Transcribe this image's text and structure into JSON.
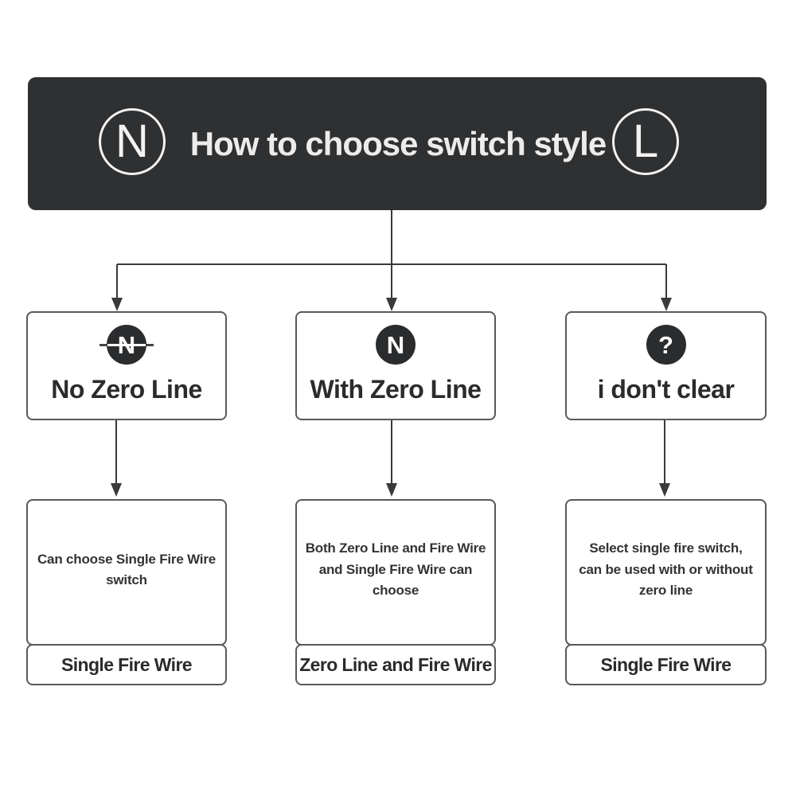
{
  "header": {
    "title": "How to choose switch style",
    "left_badge": "N",
    "right_badge": "L",
    "bg_color": "#2f3032",
    "text_color": "#ececec"
  },
  "columns": [
    {
      "icon": "no-neutral-n-icon",
      "icon_letter": "N",
      "condition": "No Zero Line",
      "description": "Can choose Single Fire Wire\nswitch",
      "result": "Single Fire Wire"
    },
    {
      "icon": "neutral-n-icon",
      "icon_letter": "N",
      "condition": "With Zero Line",
      "description": "Both Zero Line and Fire Wire\nand Single Fire Wire can\nchoose",
      "result": "Zero Line and Fire Wire"
    },
    {
      "icon": "question-mark-icon",
      "icon_letter": "?",
      "condition": "i don't clear",
      "description": "Select single fire switch,\ncan be used with or without\nzero line",
      "result": "Single Fire Wire"
    }
  ],
  "colors": {
    "header_bg": "#2f3032",
    "box_border": "#58595b",
    "icon_circle": "#2b2c2e",
    "line": "#3a3a3a",
    "text_dark": "#2b2b2b"
  }
}
